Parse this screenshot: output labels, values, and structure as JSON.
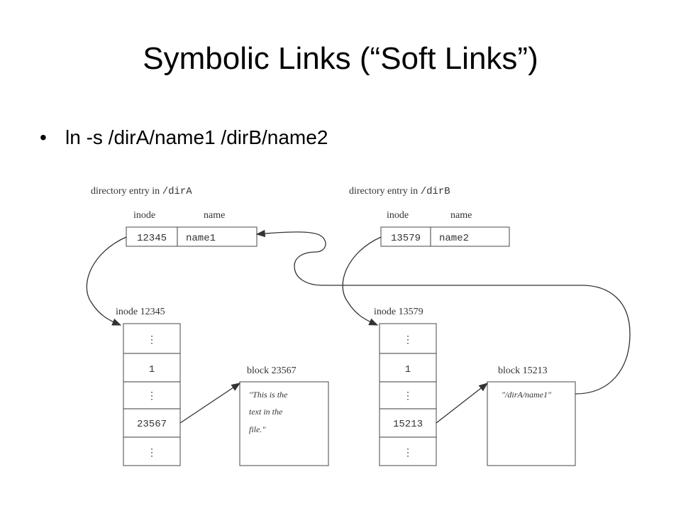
{
  "slide": {
    "title": "Symbolic Links (“Soft Links”)",
    "bullet": "ln -s /dirA/name1 /dirB/name2"
  },
  "diagram": {
    "dirA": {
      "caption_prefix": "directory entry in ",
      "caption_path": "/dirA",
      "col_inode": "inode",
      "col_name": "name",
      "inode": "12345",
      "name": "name1"
    },
    "dirB": {
      "caption_prefix": "directory entry in ",
      "caption_path": "/dirB",
      "col_inode": "inode",
      "col_name": "name",
      "inode": "13579",
      "name": "name2"
    },
    "inodeA": {
      "label": "inode 12345",
      "rows": [
        "⋮",
        "1",
        "⋮",
        "23567",
        "⋮"
      ]
    },
    "inodeB": {
      "label": "inode 13579",
      "rows": [
        "⋮",
        "1",
        "⋮",
        "15213",
        "⋮"
      ]
    },
    "blockA": {
      "label": "block 23567",
      "lines": [
        "\"This is the",
        "text in the",
        "file.\""
      ]
    },
    "blockB": {
      "label": "block 15213",
      "lines": [
        "\"/dirA/name1\""
      ]
    }
  }
}
